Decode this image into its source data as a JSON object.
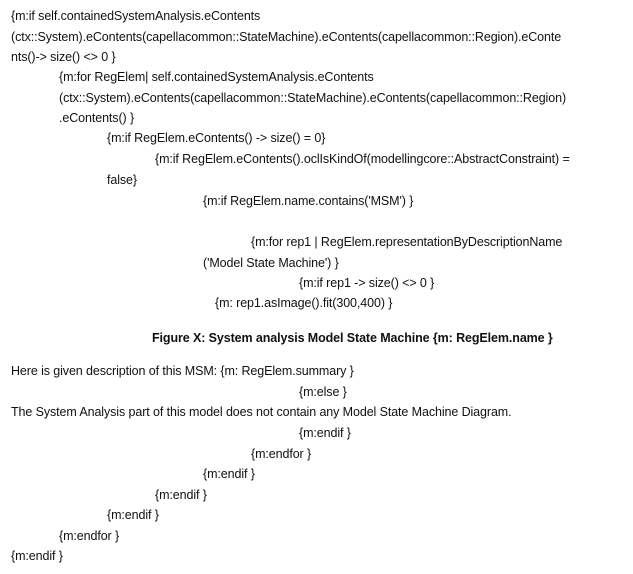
{
  "lines": [
    "{m:if self.containedSystemAnalysis.eContents",
    "(ctx::System).eContents(capellacommon::StateMachine).eContents(capellacommon::Region).eConte",
    "nts()-> size() <> 0 }",
    "{m:for RegElem| self.containedSystemAnalysis.eContents",
    "(ctx::System).eContents(capellacommon::StateMachine).eContents(capellacommon::Region)",
    ".eContents() }",
    "{m:if RegElem.eContents() -> size() = 0}",
    "{m:if RegElem.eContents().oclIsKindOf(modellingcore::AbstractConstraint) =",
    "false}",
    "{m:if RegElem.name.contains('MSM') }",
    "{m:for rep1 | RegElem.representationByDescriptionName",
    "('Model State Machine') }",
    "{m:if rep1 -> size() <> 0 }",
    "{m: rep1.asImage().fit(300,400) }",
    "Figure X: System analysis Model State Machine {m: RegElem.name  }",
    "Here is given description of this MSM: {m: RegElem.summary }",
    "{m:else }",
    "The System Analysis part of this model does not contain any Model State Machine Diagram.",
    "{m:endif }",
    "{m:endfor }",
    "{m:endif }",
    "{m:endif }",
    "{m:endif }",
    "{m:endfor }",
    "{m:endif }"
  ]
}
